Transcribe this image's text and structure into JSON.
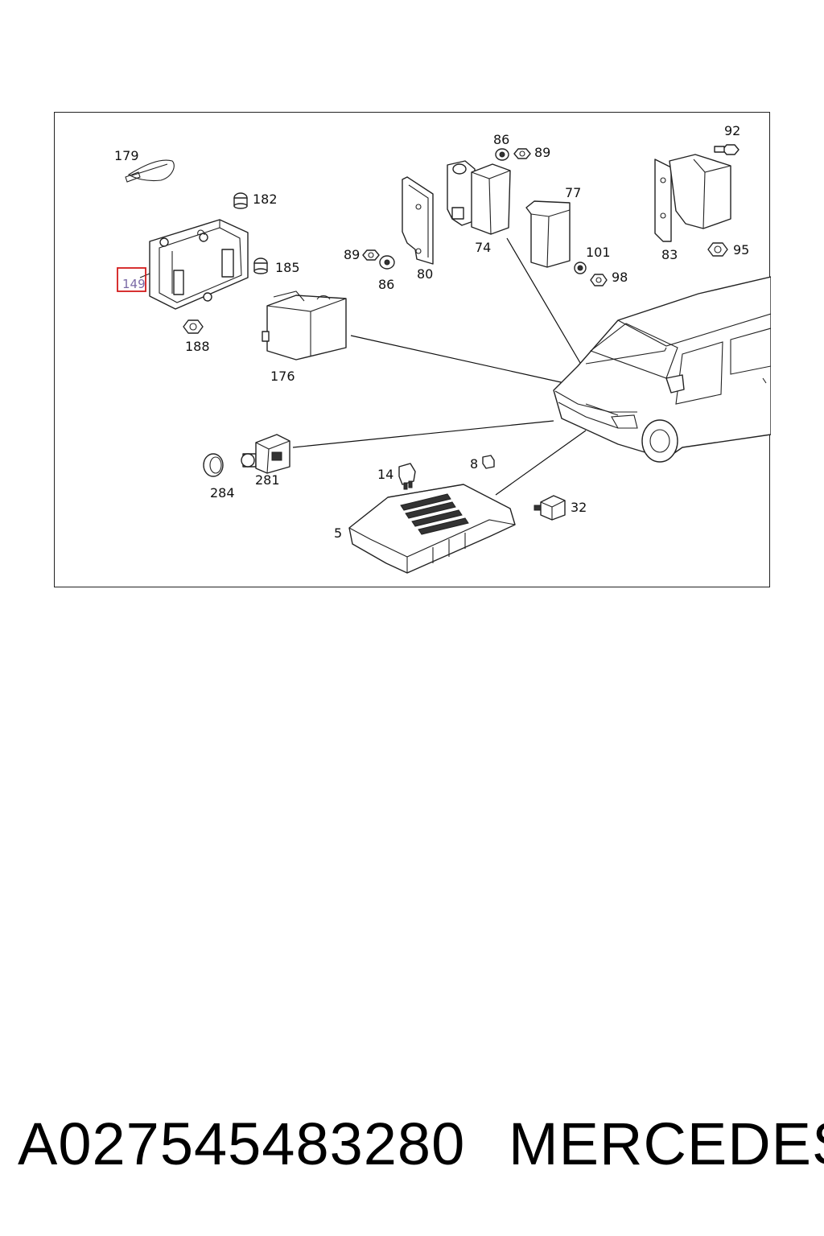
{
  "diagram": {
    "callouts": {
      "c179": "179",
      "c182": "182",
      "c149": "149",
      "c185": "185",
      "c188": "188",
      "c176": "176",
      "c89a": "89",
      "c86a": "86",
      "c80": "80",
      "c86b": "86",
      "c89b": "89",
      "c74": "74",
      "c77": "77",
      "c101": "101",
      "c98": "98",
      "c92": "92",
      "c83": "83",
      "c95": "95",
      "c284": "284",
      "c281": "281",
      "c14": "14",
      "c8": "8",
      "c32": "32",
      "c5": "5"
    },
    "highlighted_callout": "149",
    "highlight_color": "#d31b1b"
  },
  "footer": {
    "part_number": "A027545483280",
    "brand": "MERCEDES"
  }
}
